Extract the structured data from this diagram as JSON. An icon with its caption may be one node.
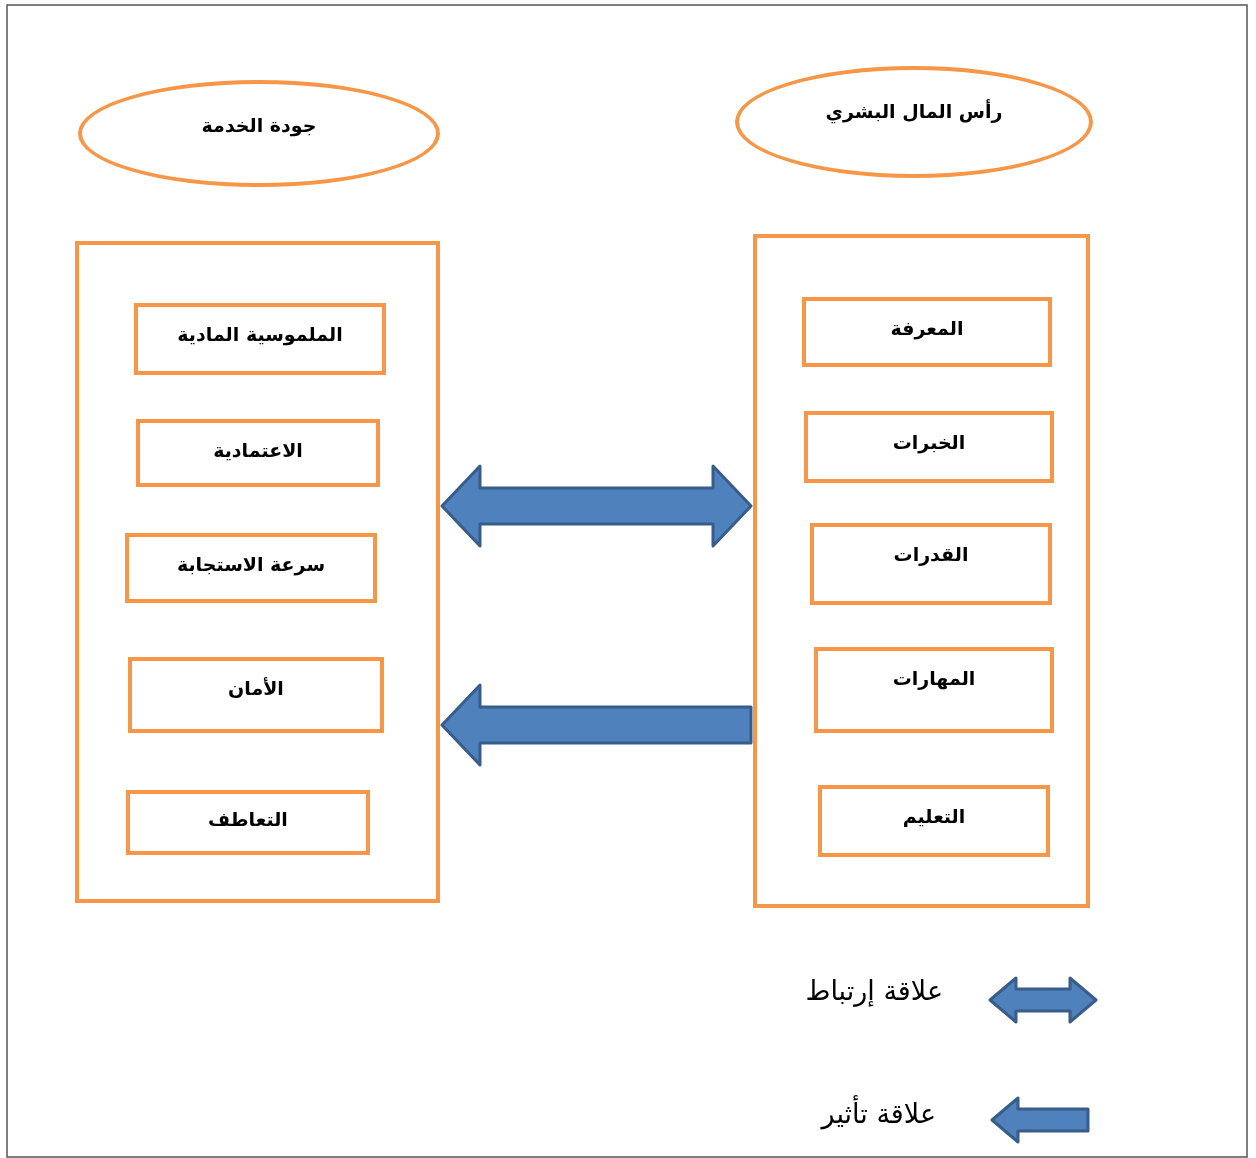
{
  "diagram": {
    "nodes": [
      {
        "text": [
          "جودة الخدمة"
        ]
      },
      {
        "text": [
          "رأس المال البشري"
        ]
      },
      {
        "text": [],
        "shape": "box"
      },
      {
        "text": [
          "الملموسية المادية"
        ],
        "in": 2
      },
      {
        "text": [
          "الاعتمادية"
        ],
        "in": 2
      },
      {
        "text": [
          "سرعة الاستجابة"
        ],
        "in": 2
      },
      {
        "text": [
          "الأمان"
        ],
        "in": 2
      },
      {
        "text": [
          "التعاطف"
        ],
        "in": 2
      },
      {
        "text": [],
        "shape": "box"
      },
      {
        "text": [
          "المعرفة"
        ],
        "in": 8
      },
      {
        "text": [
          "الخبرات"
        ],
        "in": 8
      },
      {
        "text": [
          "القدرات"
        ],
        "in": 8
      },
      {
        "text": [
          "المهارات"
        ],
        "in": 8
      },
      {
        "text": [
          "التعليم"
        ],
        "in": 8
      }
    ],
    "edges": [
      {
        "from": 2,
        "to": 8,
        "arrow": "both"
      },
      {
        "from": 8,
        "to": 2,
        "arrow": "to"
      }
    ],
    "legend": [
      {
        "text": "علاقة إرتباط"
      },
      {
        "text": "علاقة تأثير"
      }
    ]
  }
}
